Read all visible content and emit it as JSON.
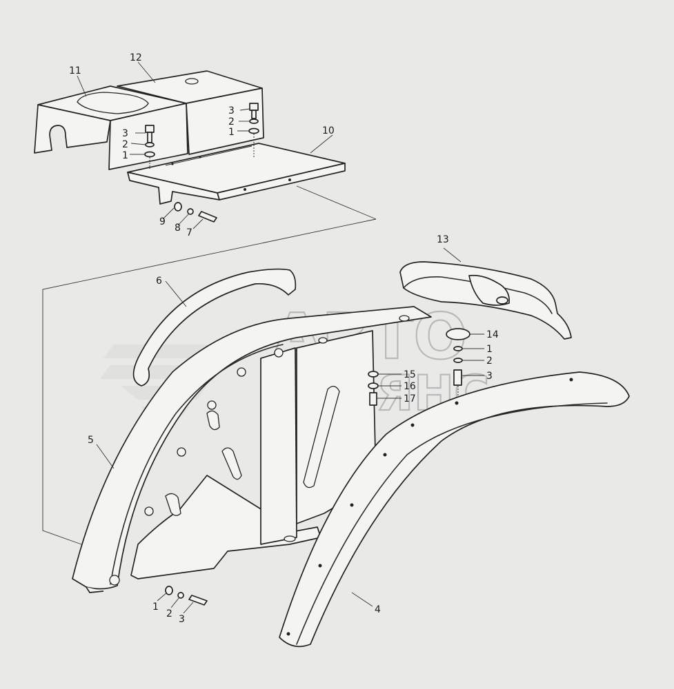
{
  "watermark": {
    "line1": "АВТО",
    "line2": "АЛЬЯНС"
  },
  "callouts": [
    {
      "id": "c11",
      "text": "11"
    },
    {
      "id": "c12",
      "text": "12"
    },
    {
      "id": "c10",
      "text": "10"
    },
    {
      "id": "c3a",
      "text": "3"
    },
    {
      "id": "c2a",
      "text": "2"
    },
    {
      "id": "c1a",
      "text": "1"
    },
    {
      "id": "c3b",
      "text": "3"
    },
    {
      "id": "c2b",
      "text": "2"
    },
    {
      "id": "c1b",
      "text": "1"
    },
    {
      "id": "c9",
      "text": "9"
    },
    {
      "id": "c8",
      "text": "8"
    },
    {
      "id": "c7",
      "text": "7"
    },
    {
      "id": "c13",
      "text": "13"
    },
    {
      "id": "c6",
      "text": "6"
    },
    {
      "id": "c14",
      "text": "14"
    },
    {
      "id": "c1c",
      "text": "1"
    },
    {
      "id": "c2c",
      "text": "2"
    },
    {
      "id": "c3c",
      "text": "3"
    },
    {
      "id": "c15",
      "text": "15"
    },
    {
      "id": "c16",
      "text": "16"
    },
    {
      "id": "c17",
      "text": "17"
    },
    {
      "id": "c5",
      "text": "5"
    },
    {
      "id": "c1d",
      "text": "1"
    },
    {
      "id": "c2d",
      "text": "2"
    },
    {
      "id": "c3d",
      "text": "3"
    },
    {
      "id": "c4",
      "text": "4"
    }
  ]
}
